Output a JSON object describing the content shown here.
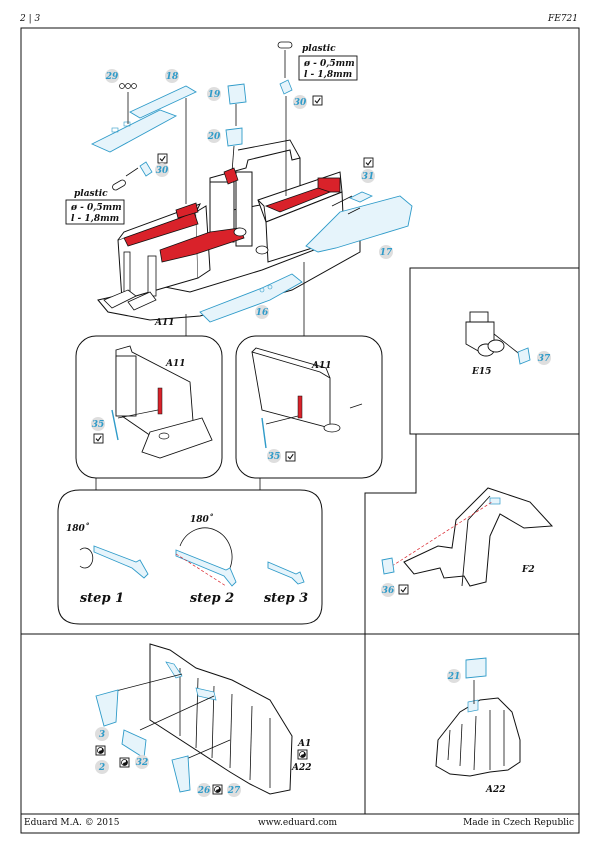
{
  "header": {
    "page": "2 | 3",
    "code": "FE721"
  },
  "footer": {
    "left": "Eduard M.A. © 2015",
    "center": "www.eduard.com",
    "right": "Made in Czech Republic"
  },
  "plastic_note_top": {
    "title": "plastic",
    "diameter": "ø - 0,5mm",
    "length": "l - 1,8mm"
  },
  "plastic_note_left": {
    "title": "plastic",
    "diameter": "ø - 0,5mm",
    "length": "l - 1,8mm"
  },
  "part_labels": {
    "a11_main": "A11",
    "a11_detail1": "A11",
    "a11_detail2": "A11",
    "e15": "E15",
    "f2": "F2",
    "a1": "A1",
    "a22_left": "A22",
    "a22_right": "A22"
  },
  "part_numbers": {
    "n29": "29",
    "n18": "18",
    "n19": "19",
    "n20": "20",
    "n30a": "30",
    "n30b": "30",
    "n31": "31",
    "n17": "17",
    "n16": "16",
    "n37": "37",
    "n35a": "35",
    "n35b": "35",
    "n36": "36",
    "n3": "3",
    "n2": "2",
    "n32": "32",
    "n26": "26",
    "n27": "27",
    "n21": "21"
  },
  "steps": {
    "angle1": "180˚",
    "angle2": "180˚",
    "step1": "step 1",
    "step2": "step 2",
    "step3": "step 3"
  },
  "colors": {
    "etch_blue": "#2f9bc9",
    "etch_fill": "#e6f4fb",
    "paint_red": "#d9222a",
    "number_circle": "#dedede",
    "line": "#111111"
  }
}
